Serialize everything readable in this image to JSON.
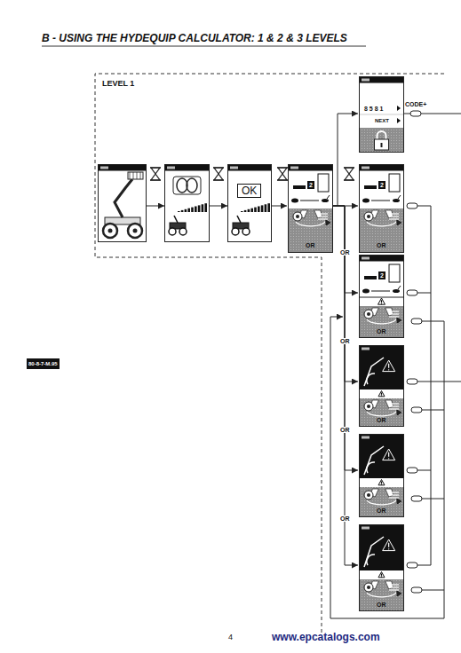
{
  "diagram": {
    "title": "B - USING THE HYDEQUIP CALCULATOR: 1 & 2 & 3 LEVELS",
    "nodes": [
      {
        "text": [
          "OK"
        ]
      },
      {
        "text": [
          "2",
          "OR"
        ]
      },
      {
        "text": [
          "8 5 8 1",
          "NEXT"
        ]
      },
      {
        "text": [
          "2",
          "OR"
        ]
      },
      {
        "text": [
          "2",
          "OR"
        ]
      },
      {
        "text": [
          "OR"
        ]
      },
      {
        "text": [
          "OR"
        ]
      },
      {
        "text": [
          "OR"
        ]
      }
    ],
    "edges": [
      {
        "from": 0,
        "to": 1,
        "arrow": "to"
      },
      {
        "from": 1,
        "to": 3,
        "arrow": "to"
      },
      {
        "from": 1,
        "to": 2,
        "arrow": "to"
      },
      {
        "from": 1,
        "to": 4,
        "arrow": "to"
      },
      {
        "from": 1,
        "to": 5,
        "arrow": "to"
      },
      {
        "from": 1,
        "to": 6,
        "arrow": "to"
      },
      {
        "from": 1,
        "to": 7,
        "arrow": "to"
      }
    ],
    "labels": [
      "LEVEL 1",
      "CODE+",
      "OR",
      "OR",
      "OR",
      "OR",
      "80-8-7-M.95",
      "4",
      "www.epcatalogs.com"
    ]
  }
}
